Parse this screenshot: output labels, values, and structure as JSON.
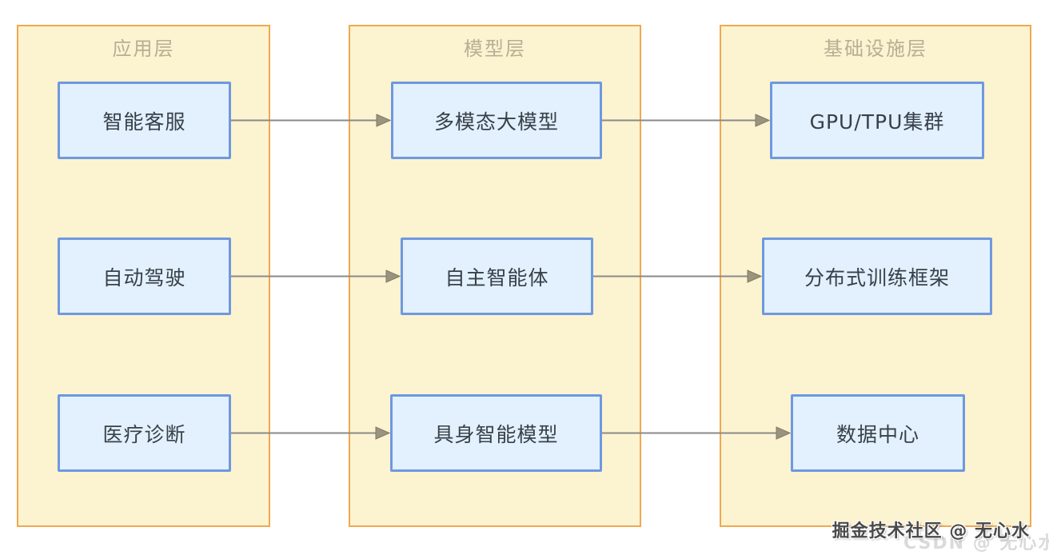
{
  "diagram": {
    "layers": [
      {
        "id": "layer-app",
        "title": "应用层",
        "boxes": [
          {
            "id": "box-app-1",
            "label": "智能客服"
          },
          {
            "id": "box-app-2",
            "label": "自动驾驶"
          },
          {
            "id": "box-app-3",
            "label": "医疗诊断"
          }
        ]
      },
      {
        "id": "layer-model",
        "title": "模型层",
        "boxes": [
          {
            "id": "box-model-1",
            "label": "多模态大模型"
          },
          {
            "id": "box-model-2",
            "label": "自主智能体"
          },
          {
            "id": "box-model-3",
            "label": "具身智能模型"
          }
        ]
      },
      {
        "id": "layer-infra",
        "title": "基础设施层",
        "boxes": [
          {
            "id": "box-infra-1",
            "label": "GPU/TPU集群"
          },
          {
            "id": "box-infra-2",
            "label": "分布式训练框架"
          },
          {
            "id": "box-infra-3",
            "label": "数据中心"
          }
        ]
      }
    ],
    "connections": [
      {
        "from": "box-app-1",
        "to": "box-model-1"
      },
      {
        "from": "box-model-1",
        "to": "box-infra-1"
      },
      {
        "from": "box-app-2",
        "to": "box-model-2"
      },
      {
        "from": "box-model-2",
        "to": "box-infra-2"
      },
      {
        "from": "box-app-3",
        "to": "box-model-3"
      },
      {
        "from": "box-model-3",
        "to": "box-infra-3"
      }
    ]
  },
  "watermark": {
    "primary": "掘金技术社区 @ 无心水",
    "secondary": "CSDN @ 无心水"
  },
  "colors": {
    "layer_fill": "#FCF3D0",
    "layer_border": "#F0A950",
    "layer_title_text": "#B7AF94",
    "box_fill": "#E2F1FD",
    "box_border": "#6E98E0",
    "box_text": "#38404A",
    "arrow_line": "#8A8A8A",
    "arrowhead_fill": "#9A947E",
    "arrowhead_stroke": "#7F7A64",
    "watermark_primary_text": "#4A4A4A",
    "watermark_secondary_text": "#D4D4D4"
  }
}
